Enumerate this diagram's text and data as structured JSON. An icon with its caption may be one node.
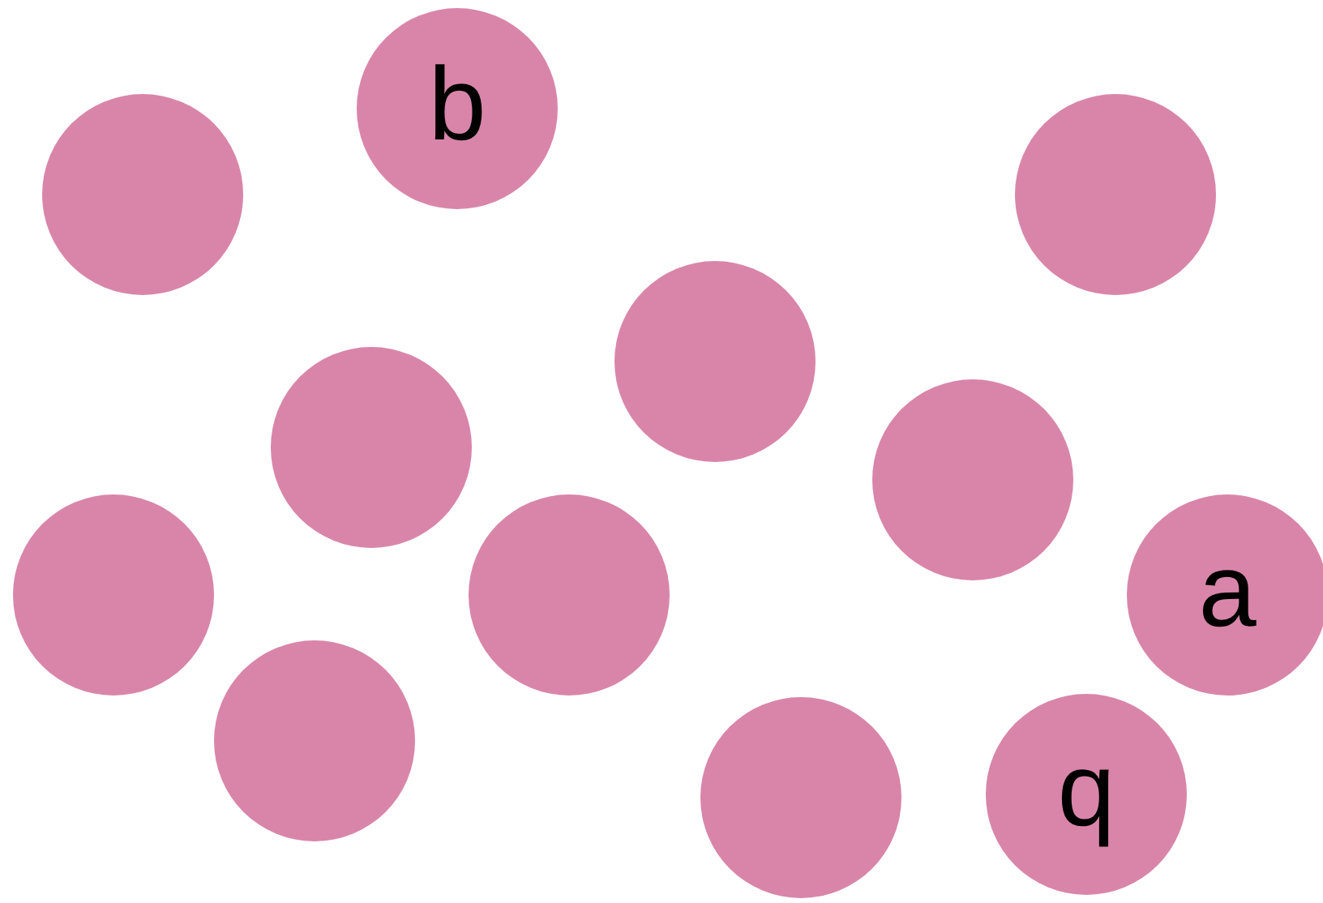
{
  "diagram": {
    "nodes": [
      {
        "text": [
          "b"
        ]
      },
      {
        "text": [],
        "shape": "circle"
      },
      {
        "text": [],
        "shape": "circle"
      },
      {
        "text": [],
        "shape": "circle"
      },
      {
        "text": [],
        "shape": "circle"
      },
      {
        "text": [],
        "shape": "circle"
      },
      {
        "text": [],
        "shape": "circle"
      },
      {
        "text": [],
        "shape": "circle"
      },
      {
        "text": [
          "a"
        ]
      },
      {
        "text": [],
        "shape": "circle"
      },
      {
        "text": [],
        "shape": "circle"
      },
      {
        "text": [
          "q"
        ]
      }
    ]
  }
}
